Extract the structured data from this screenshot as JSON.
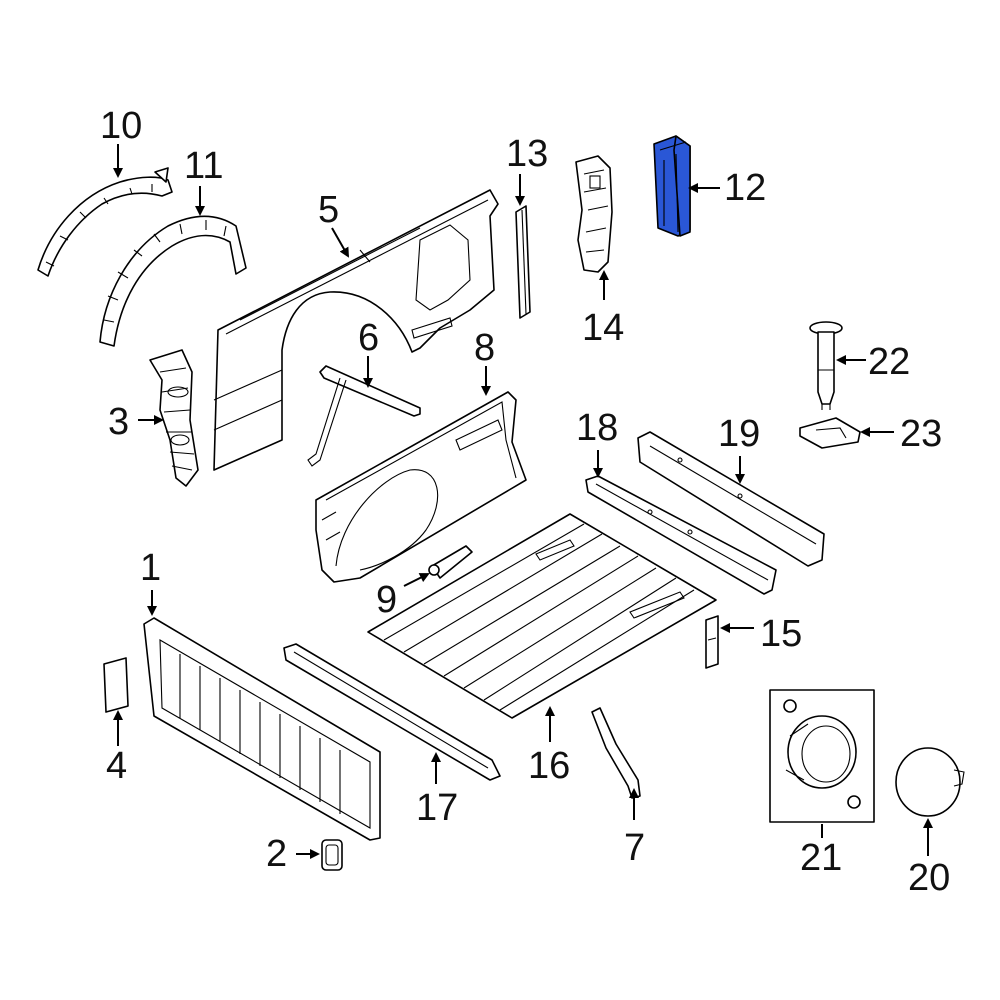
{
  "diagram": {
    "highlight_color": "#2a57d6",
    "highlighted_part": "12",
    "callouts": [
      {
        "id": "c1",
        "label": "1"
      },
      {
        "id": "c2",
        "label": "2"
      },
      {
        "id": "c3",
        "label": "3"
      },
      {
        "id": "c4",
        "label": "4"
      },
      {
        "id": "c5",
        "label": "5"
      },
      {
        "id": "c6",
        "label": "6"
      },
      {
        "id": "c7",
        "label": "7"
      },
      {
        "id": "c8",
        "label": "8"
      },
      {
        "id": "c9",
        "label": "9"
      },
      {
        "id": "c10",
        "label": "10"
      },
      {
        "id": "c11",
        "label": "11"
      },
      {
        "id": "c12",
        "label": "12"
      },
      {
        "id": "c13",
        "label": "13"
      },
      {
        "id": "c14",
        "label": "14"
      },
      {
        "id": "c15",
        "label": "15"
      },
      {
        "id": "c16",
        "label": "16"
      },
      {
        "id": "c17",
        "label": "17"
      },
      {
        "id": "c18",
        "label": "18"
      },
      {
        "id": "c19",
        "label": "19"
      },
      {
        "id": "c20",
        "label": "20"
      },
      {
        "id": "c21",
        "label": "21"
      },
      {
        "id": "c22",
        "label": "22"
      },
      {
        "id": "c23",
        "label": "23"
      }
    ]
  }
}
